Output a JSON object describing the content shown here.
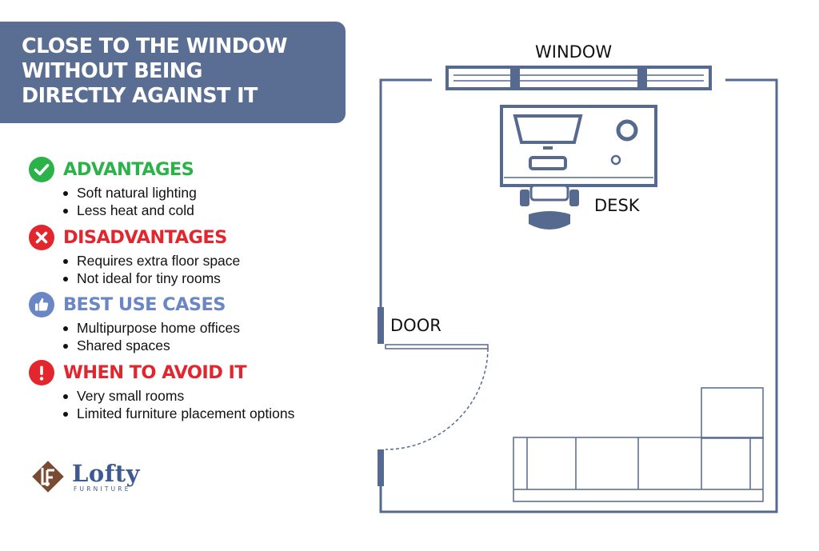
{
  "title": {
    "lines": [
      "CLOSE TO THE WINDOW",
      "WITHOUT BEING",
      "DIRECTLY AGAINST IT"
    ]
  },
  "sections": [
    {
      "title": "ADVANTAGES",
      "icon": "check-circle-icon",
      "color": "#2bb34a",
      "items": [
        "Soft natural lighting",
        "Less heat and cold"
      ]
    },
    {
      "title": "DISADVANTAGES",
      "icon": "x-circle-icon",
      "color": "#e3262e",
      "items": [
        "Requires extra floor space",
        "Not ideal for tiny rooms"
      ]
    },
    {
      "title": "BEST USE CASES",
      "icon": "thumbs-up-icon",
      "color": "#6b86c4",
      "items": [
        "Multipurpose home offices",
        "Shared spaces"
      ]
    },
    {
      "title": "WHEN TO AVOID IT",
      "icon": "exclamation-circle-icon",
      "color": "#e3262e",
      "items": [
        "Very small rooms",
        "Limited furniture placement options"
      ]
    }
  ],
  "logo": {
    "name": "Lofty",
    "sub": "FURNITURE",
    "monogram": "LF"
  },
  "plan": {
    "window_label": "WINDOW",
    "desk_label": "DESK",
    "door_label": "DOOR"
  },
  "colors": {
    "header_bg": "#5a6d93",
    "plan_line": "#56698f",
    "logo": "#3d5a91",
    "logo_mark": "#7a4a33"
  }
}
